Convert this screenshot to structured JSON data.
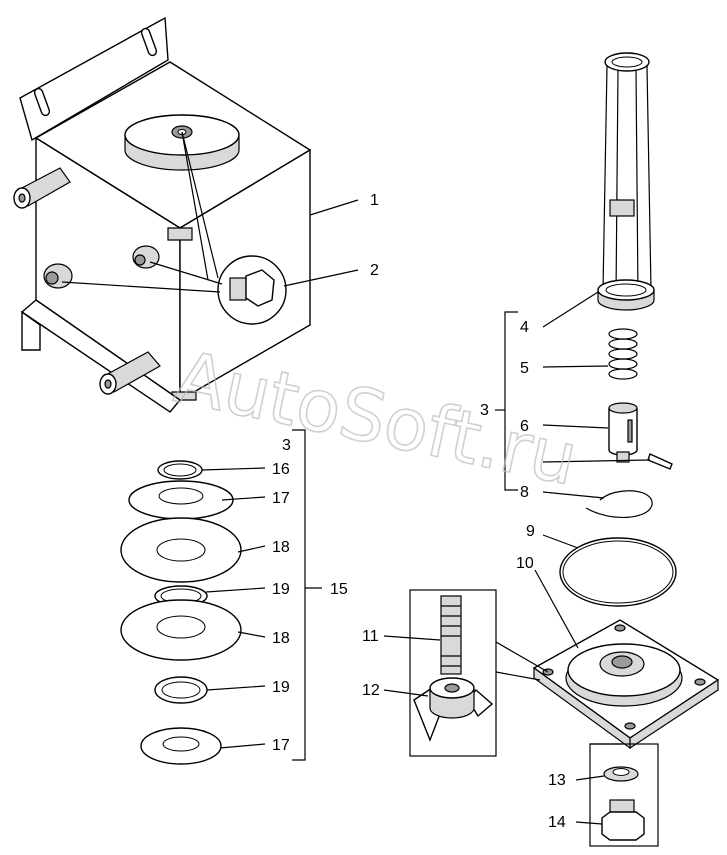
{
  "watermark": "AutoSoft.ru",
  "callouts": {
    "c1": "1",
    "c2": "2",
    "c3a": "3",
    "c3b": "3",
    "c4": "4",
    "c5": "5",
    "c6": "6",
    "c8": "8",
    "c9": "9",
    "c10": "10",
    "c11": "11",
    "c12": "12",
    "c13": "13",
    "c14": "14",
    "c15": "15",
    "c16": "16",
    "c17a": "17",
    "c17b": "17",
    "c18a": "18",
    "c18b": "18",
    "c19a": "19",
    "c19b": "19"
  }
}
